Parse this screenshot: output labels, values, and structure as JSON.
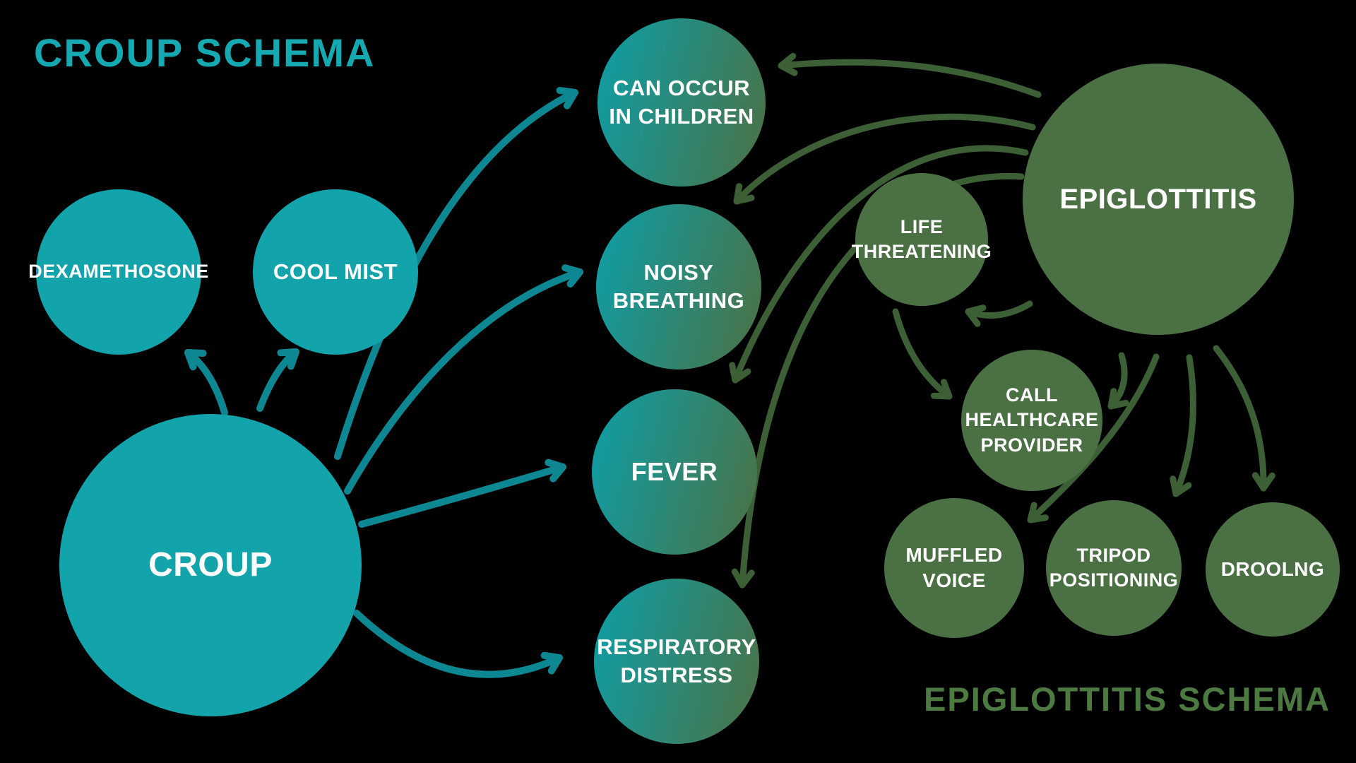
{
  "colors": {
    "bg": "#000000",
    "teal_fill": "#12a3ab",
    "teal_arrow": "#0d8791",
    "teal_title": "#15a9b2",
    "green_fill": "#4a7043",
    "green_arrow": "#3c5f36",
    "green_title": "#4d7a40",
    "grad_left": "#0d9fa8",
    "grad_right": "#4c7144",
    "label": "#ffffff"
  },
  "croup_schema": {
    "title": "CROUP SCHEMA",
    "center_node": "CROUP",
    "treatments": {
      "dexamethosone": "DEXAMETHOSONE",
      "cool_mist": "COOL MIST"
    }
  },
  "shared_symptoms": {
    "can_occur": "CAN OCCUR\nIN CHILDREN",
    "noisy_breathing": "NOISY\nBREATHING",
    "fever": "FEVER",
    "respiratory_distress": "RESPIRATORY\nDISTRESS"
  },
  "epiglottitis_schema": {
    "title": "EPIGLOTTITIS SCHEMA",
    "center_node": "EPIGLOTTITIS",
    "nodes": {
      "life_threatening": "LIFE\nTHREATENING",
      "call_healthcare": "CALL\nHEALTHCARE\nPROVIDER",
      "muffled_voice": "MUFFLED\nVOICE",
      "tripod_positioning": "TRIPOD\nPOSITIONING",
      "droolng": "DROOLNG"
    }
  },
  "edges": [
    {
      "from": "croup",
      "to": "dexamethosone",
      "group": "croup"
    },
    {
      "from": "croup",
      "to": "cool_mist",
      "group": "croup"
    },
    {
      "from": "croup",
      "to": "can_occur",
      "group": "croup"
    },
    {
      "from": "croup",
      "to": "noisy_breathing",
      "group": "croup"
    },
    {
      "from": "croup",
      "to": "fever",
      "group": "croup"
    },
    {
      "from": "croup",
      "to": "respiratory_distress",
      "group": "croup"
    },
    {
      "from": "epiglottitis",
      "to": "can_occur",
      "group": "epiglottitis"
    },
    {
      "from": "epiglottitis",
      "to": "noisy_breathing",
      "group": "epiglottitis"
    },
    {
      "from": "epiglottitis",
      "to": "fever",
      "group": "epiglottitis"
    },
    {
      "from": "epiglottitis",
      "to": "respiratory_distress",
      "group": "epiglottitis"
    },
    {
      "from": "epiglottitis",
      "to": "life_threatening",
      "group": "epiglottitis"
    },
    {
      "from": "epiglottitis",
      "to": "call_healthcare",
      "group": "epiglottitis"
    },
    {
      "from": "epiglottitis",
      "to": "muffled_voice",
      "group": "epiglottitis"
    },
    {
      "from": "epiglottitis",
      "to": "tripod_positioning",
      "group": "epiglottitis"
    },
    {
      "from": "epiglottitis",
      "to": "droolng",
      "group": "epiglottitis"
    },
    {
      "from": "life_threatening",
      "to": "call_healthcare",
      "group": "epiglottitis"
    }
  ]
}
